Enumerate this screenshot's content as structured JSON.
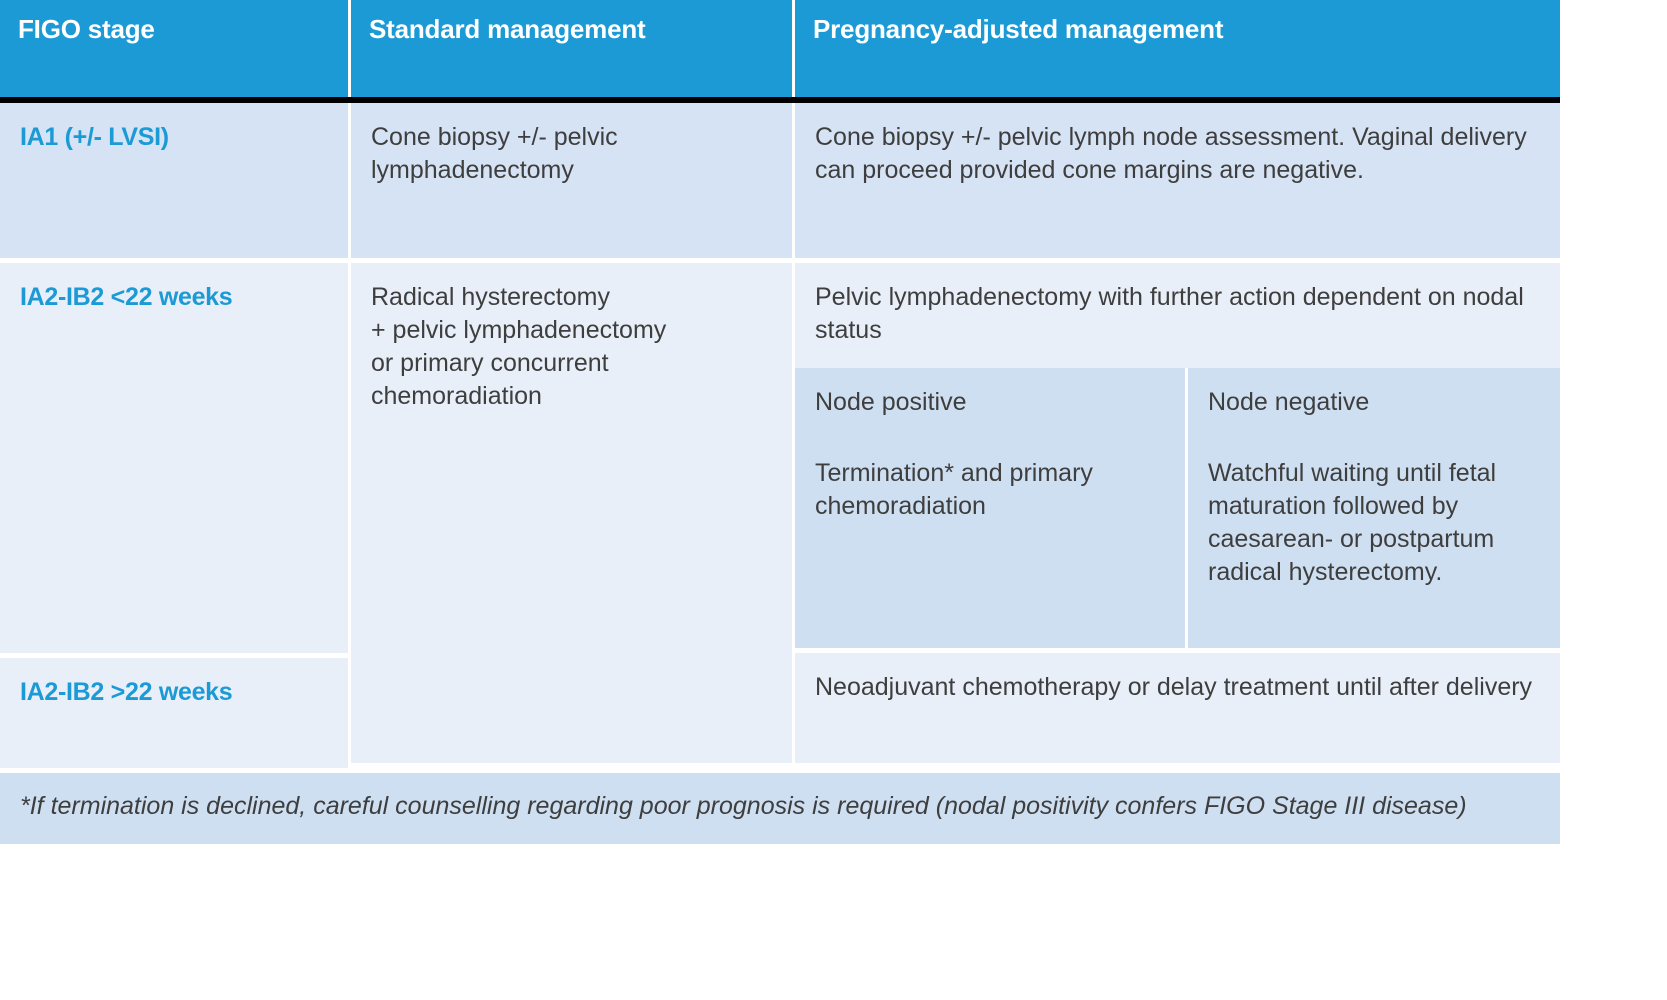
{
  "table": {
    "headers": [
      {
        "label": "FIGO stage"
      },
      {
        "label": "Standard management"
      },
      {
        "label": "Pregnancy-adjusted management"
      }
    ],
    "rows": [
      {
        "stage": "IA1 (+/- LVSI)",
        "standard": "Cone biopsy +/- pelvic lymphadenectomy",
        "pregnancy": "Cone biopsy +/- pelvic lymph node assessment. Vaginal delivery can proceed provided cone margins are negative."
      },
      {
        "stage": "IA2-IB2 <22 weeks",
        "standard": "Radical hysterectomy\n+ pelvic lymphadenectomy\nor primary concurrent\nchemoradiation",
        "pregnancy": "Pelvic lymphadenectomy with further action dependent on nodal status",
        "nodes": [
          {
            "title": "Node positive",
            "text": "Termination* and primary chemoradiation"
          },
          {
            "title": "Node negative",
            "text": "Watchful waiting until fetal maturation followed by caesarean- or postpartum radical hysterectomy."
          }
        ]
      },
      {
        "stage": "IA2-IB2 >22 weeks",
        "standard": "",
        "pregnancy": "Neoadjuvant chemotherapy or delay treatment until after delivery"
      }
    ],
    "footnote": "*If termination is declined, careful counselling regarding poor prognosis is required (nodal positivity confers FIGO Stage III disease)"
  },
  "colors": {
    "header_blue": "#1b9ad6",
    "stage_text": "#1b9ad6",
    "body_text": "#3e3e3e",
    "tint_row_a": "#d6e3f4",
    "tint_row_b": "#e8eff9",
    "tint_nodes": "#cfdff2",
    "rule_black": "#000000"
  }
}
